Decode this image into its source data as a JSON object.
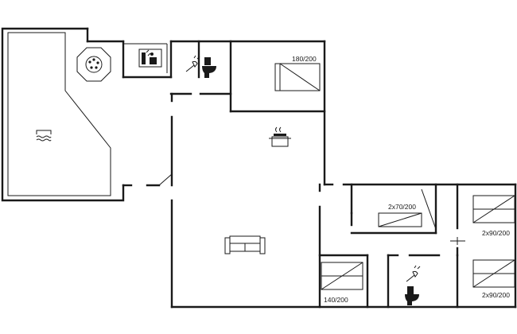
{
  "rooms": {
    "master_bed_label": "180/200",
    "small_bed_label": "2x70/200",
    "right_top_bed_label": "2x90/200",
    "right_bottom_bed_label": "2x90/200",
    "lower_bed_label": "140/200"
  },
  "icons": {
    "pool": "indoor-pool-icon",
    "whirlpool": "whirlpool-icon",
    "sauna": "sauna-icon",
    "shower_toilet_top": "shower-toilet-icon",
    "shower_toilet_bottom": "shower-toilet-icon",
    "kitchen": "cooking-pot-icon",
    "living": "sofa-icon"
  }
}
